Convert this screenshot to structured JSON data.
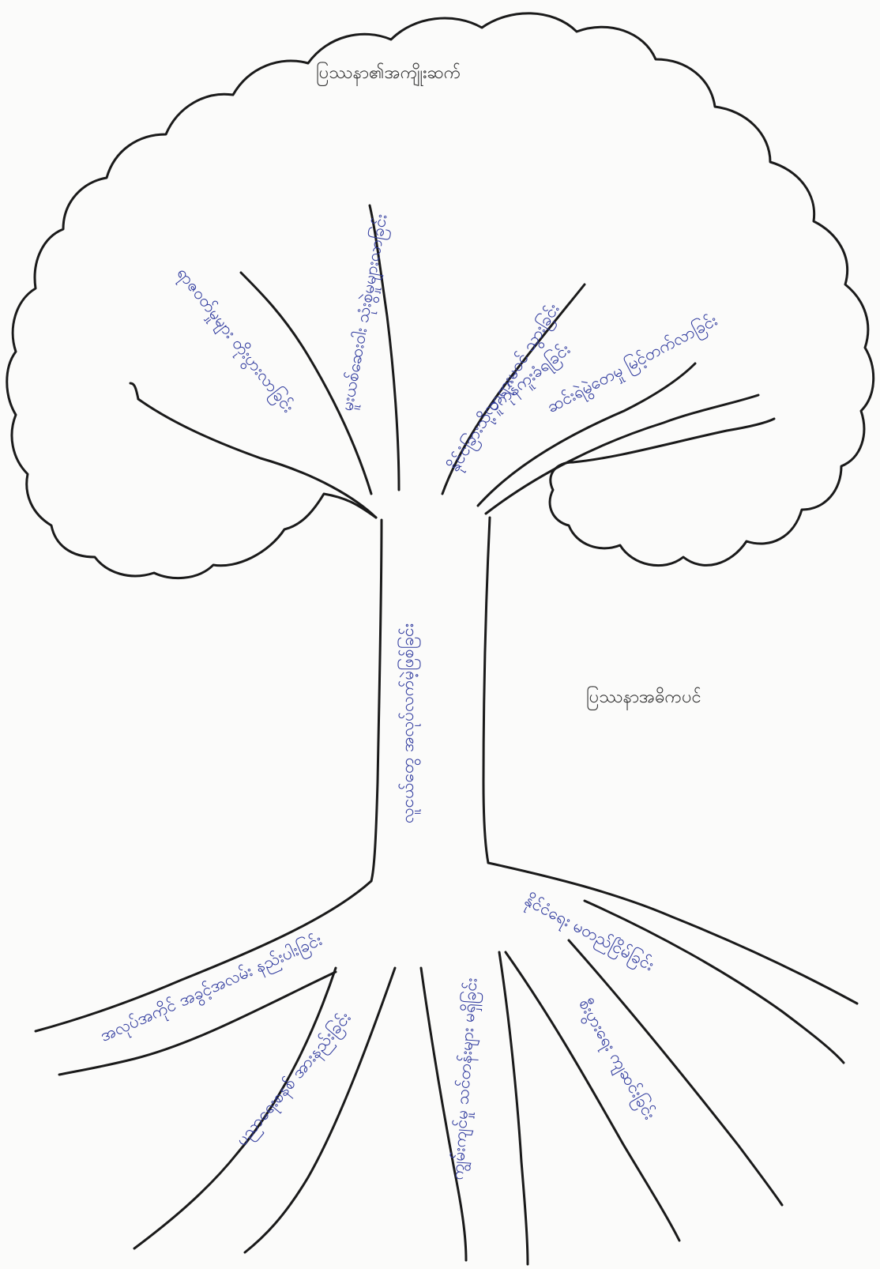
{
  "crown_label": "ပြဿနာ၏အကျိုးဆက်",
  "trunk_side_label": "ပြဿနာအဓိကပင်",
  "trunk_label": "လူငယ်တွေ အလုပ်လက်မဲ့ဖြစ်ခြင်း",
  "branch_labels": [
    "ရာဇဝတ်မှုများ တိုးပွားလာခြင်း",
    "မူးယစ်ဆေးဝါး သုံးစွဲမှုများလာခြင်း",
    "နိုင်ငံခြားသို့ တရားမဝင် သွားခြင်း",
    "လူကုန်ကူးခံရခြင်း",
    "ဆင်းရဲမွဲတေမှု မြင့်တက်လာခြင်း"
  ],
  "root_labels": [
    "အလုပ်အကိုင် အခွင့်အလမ်း နည်းပါးခြင်း",
    "ပညာရေးစနစ် အားနည်းခြင်း",
    "ကျွမ်းကျင်မှု သင်တန်းများ မရှိခြင်း",
    "စီးပွားရေး ကျဆင်းခြင်း",
    "နိုင်ငံရေး မတည်ငြိမ်ခြင်း"
  ],
  "colors": {
    "paper": "#fbfbfa",
    "pencil_ink": "#1a1a1a",
    "blue_ink": "#2f3a9e"
  }
}
